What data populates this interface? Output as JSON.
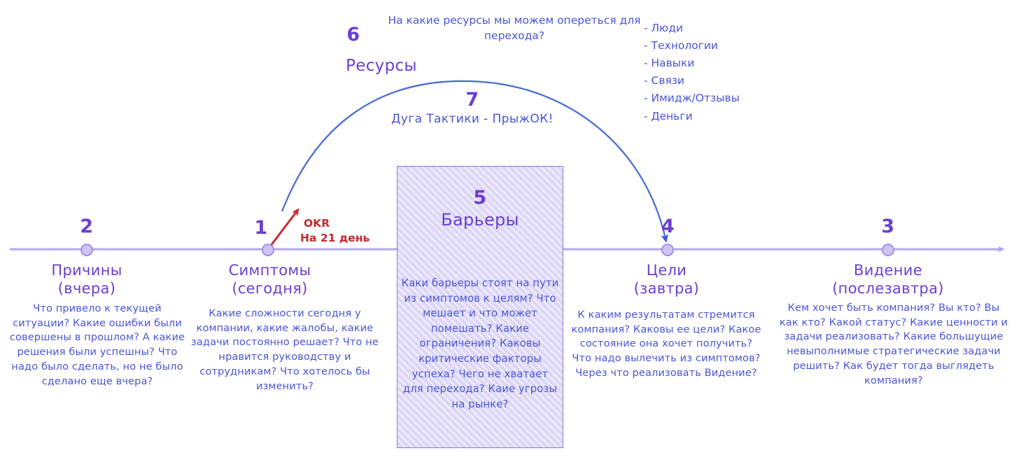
{
  "diagram": {
    "title_hidden": "",
    "colors": {
      "purple": "#6b3fd0",
      "blue": "#4b55d6",
      "arc_blue": "#4a6fd4",
      "red": "#c32a2f",
      "axis": "#b4a6ec",
      "box_fill": "#ddd7f7",
      "box_border": "#8a78d8"
    }
  },
  "resources": {
    "number": "6",
    "title": "Ресурсы",
    "question": "На какие ресурсы мы можем опереться для перехода?",
    "items": [
      "- Люди",
      "- Технологии",
      "- Навыки",
      "- Связи",
      "- Имидж/Отзывы",
      "- Деньги"
    ]
  },
  "arc": {
    "number": "7",
    "label": "Дуга Тактики - ПрыжОК!"
  },
  "okr": {
    "line1": "OKR",
    "line2": "На 21 день"
  },
  "barriers": {
    "number": "5",
    "title": "Барьеры",
    "body": "Каки барьеры стоят на пути из симптомов  к целям? Что мешает и что может помешать? Какие ограничения? Каковы критические факторы успеха? Чего не хватает для перехода? Каие угрозы на рынке?"
  },
  "timeline": {
    "nodes": [
      {
        "number": "2",
        "title": "Причины",
        "subtitle": "(вчера)",
        "body": "Что привело к текущей ситуации? Какие ошибки были совершены в прошлом? А какие решения были успешны? Что надо было сделать, но не было сделано еще вчера?"
      },
      {
        "number": "1",
        "title": "Симптомы",
        "subtitle": "(сегодня)",
        "body": "Какие сложности сегодня у компании, какие жалобы, какие задачи постоянно решает? Что не нравится руководству и сотрудникам? Что хотелось бы изменить?"
      },
      {
        "number": "4",
        "title": "Цели",
        "subtitle": "(завтра)",
        "body": "К каким результатам стремится компания? Каковы ее цели? Какое состояние она хочет получить? Что надо вылечить из симптомов? Через что реализовать Видение?"
      },
      {
        "number": "3",
        "title": "Видение",
        "subtitle": "(послезавтра)",
        "body": "Кем хочет быть компания? Вы кто? Вы как кто? Какой статус? Какие ценности и задачи реализовать? Какие большущие невыполнимые стратегические задачи решить? Как будет тогда выглядеть компания?"
      }
    ]
  }
}
